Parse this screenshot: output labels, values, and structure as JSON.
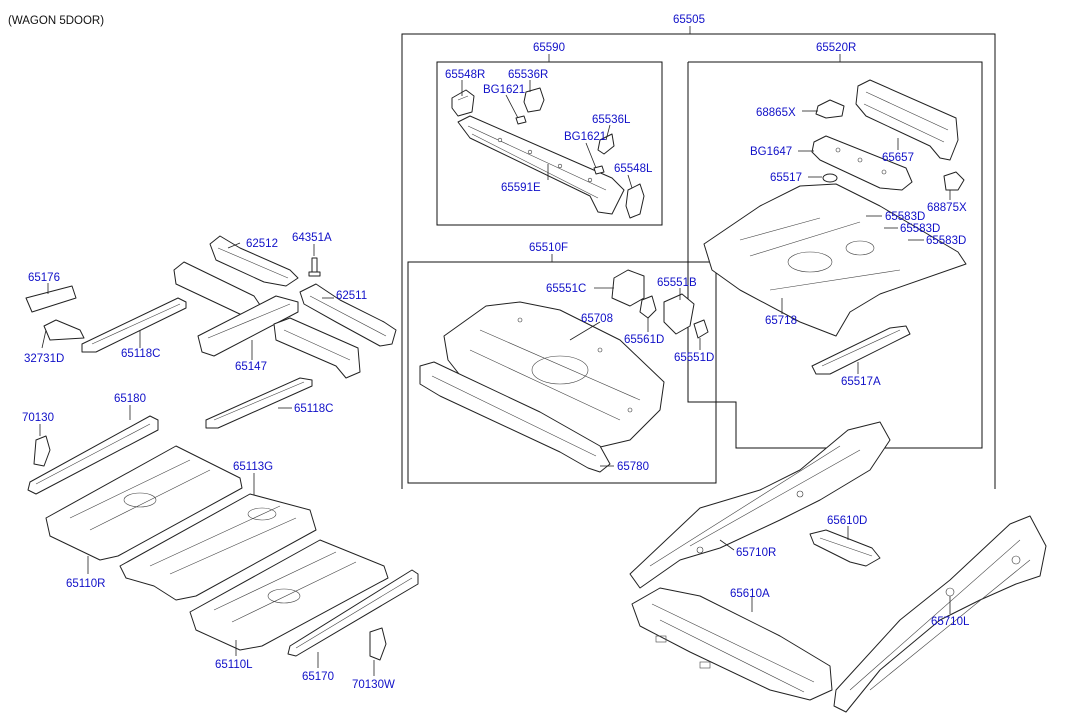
{
  "title": "(WAGON 5DOOR)",
  "labels": {
    "p65505": "65505",
    "p65590": "65590",
    "p65520R": "65520R",
    "p65548R": "65548R",
    "p65536R": "65536R",
    "pBG1621a": "BG1621",
    "p65536L": "65536L",
    "pBG1621b": "BG1621",
    "p65548L": "65548L",
    "p65591E": "65591E",
    "p68865X": "68865X",
    "p65657": "65657",
    "pBG1647": "BG1647",
    "p65517": "65517",
    "p68875X": "68875X",
    "p65583Da": "65583D",
    "p65583Db": "65583D",
    "p65583Dc": "65583D",
    "p65718": "65718",
    "p65517A": "65517A",
    "p65510F": "65510F",
    "p65551C": "65551C",
    "p65551B": "65551B",
    "p65708": "65708",
    "p65561D": "65561D",
    "p65551D": "65551D",
    "p65780": "65780",
    "p62512": "62512",
    "p64351A": "64351A",
    "p65176": "65176",
    "p62511": "62511",
    "p32731D": "32731D",
    "p65118Ca": "65118C",
    "p65147": "65147",
    "p65118Cb": "65118C",
    "p70130": "70130",
    "p65180": "65180",
    "p65113G": "65113G",
    "p65110R": "65110R",
    "p65110L": "65110L",
    "p65170": "65170",
    "p70130W": "70130W",
    "p65610D": "65610D",
    "p65710R": "65710R",
    "p65610A": "65610A",
    "p65710L": "65710L"
  },
  "colors": {
    "label": "#1010c8",
    "title": "#111111",
    "line": "#222222"
  }
}
